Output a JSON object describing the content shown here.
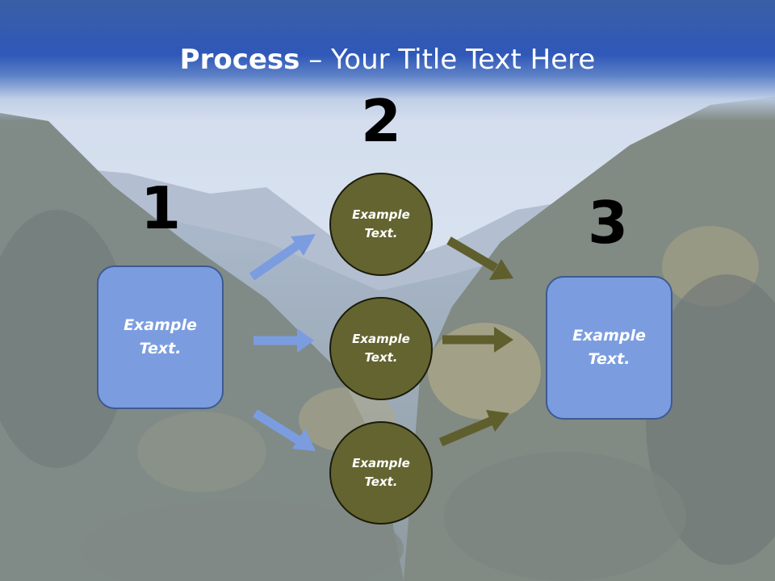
{
  "title": {
    "bold_part": "Process",
    "separator": " – ",
    "rest": "Your Title Text Here"
  },
  "steps": {
    "one": "1",
    "two": "2",
    "three": "3"
  },
  "boxes": {
    "left_text": "Example\nText.",
    "right_text": "Example\nText."
  },
  "circles": {
    "top_text": "Example\nText.",
    "mid_text": "Example\nText.",
    "bot_text": "Example\nText."
  },
  "colors": {
    "title_band": "#2f58b8",
    "box_fill": "#7b9de0",
    "box_border": "#3e5a92",
    "circle_fill": "#646431",
    "blue_arrow": "#7b9de0",
    "olive_arrow": "#5f5f2e"
  }
}
